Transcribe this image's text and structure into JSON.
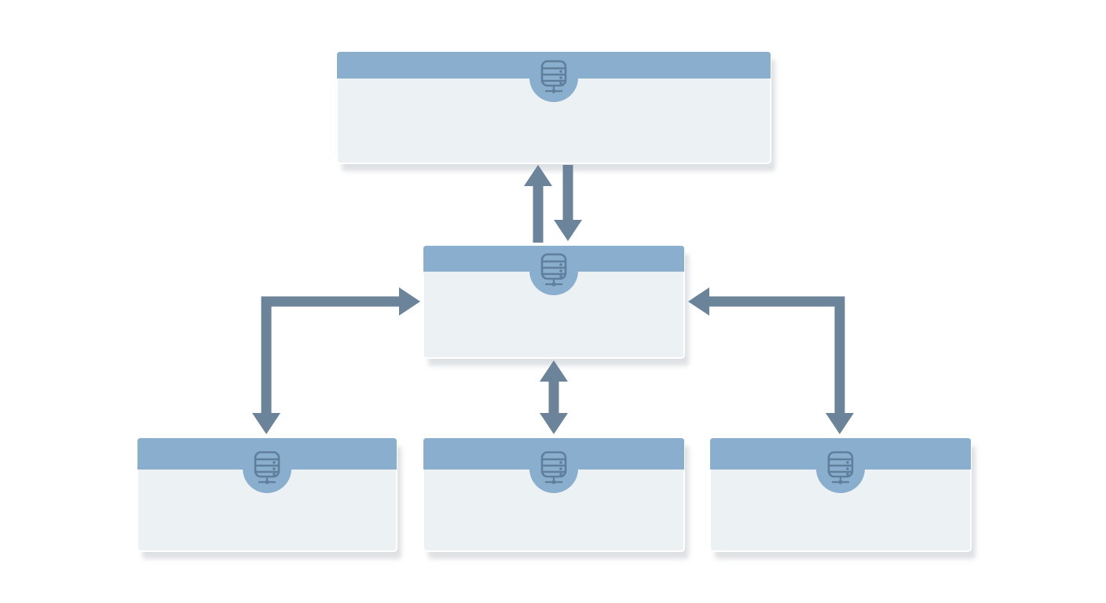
{
  "colors": {
    "background": "#ffffff",
    "header": "#8aaecd",
    "body": "#ecf1f3",
    "border": "#ffffff",
    "icon": "#5f7f9c",
    "arrow": "#6b8499",
    "shadow": "#c4c9ce"
  },
  "nodes": [
    {
      "id": "top",
      "icon": "database-server-icon"
    },
    {
      "id": "middle",
      "icon": "database-server-icon"
    },
    {
      "id": "bottom-left",
      "icon": "database-server-icon"
    },
    {
      "id": "bottom-center",
      "icon": "database-server-icon"
    },
    {
      "id": "bottom-right",
      "icon": "database-server-icon"
    }
  ],
  "connections": [
    {
      "from": "middle",
      "to": "top",
      "direction": "one-way"
    },
    {
      "from": "top",
      "to": "middle",
      "direction": "one-way"
    },
    {
      "from": "middle",
      "to": "bottom-left",
      "direction": "bidirectional"
    },
    {
      "from": "middle",
      "to": "bottom-center",
      "direction": "bidirectional"
    },
    {
      "from": "middle",
      "to": "bottom-right",
      "direction": "bidirectional"
    }
  ]
}
